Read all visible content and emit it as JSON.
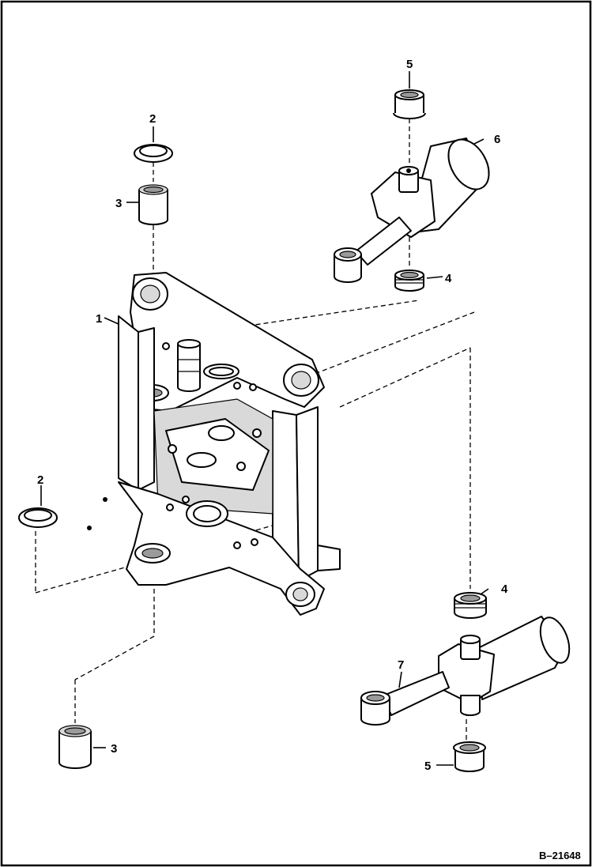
{
  "callouts": {
    "c1": "1",
    "c2a": "2",
    "c2b": "2",
    "c3a": "3",
    "c3b": "3",
    "c4a": "4",
    "c4b": "4",
    "c5a": "5",
    "c5b": "5",
    "c6": "6",
    "c7": "7"
  },
  "figure_id": "B–21648"
}
